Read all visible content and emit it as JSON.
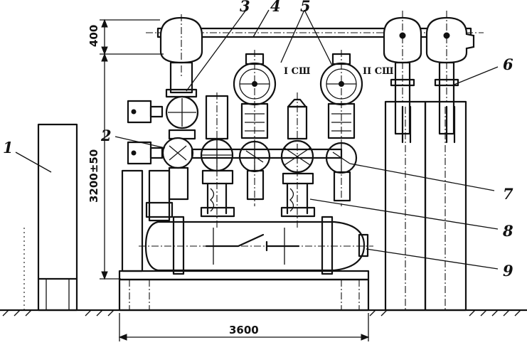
{
  "labels": {
    "l1": "1",
    "l2": "2",
    "l3": "3",
    "l4": "4",
    "l5": "5",
    "l6": "6",
    "l7": "7",
    "l8": "8",
    "l9": "9"
  },
  "dimensions": {
    "top": "400",
    "height": "3200±50",
    "base": "3600"
  },
  "bus_labels": {
    "bus1": "I СШ",
    "bus2": "II СШ"
  }
}
